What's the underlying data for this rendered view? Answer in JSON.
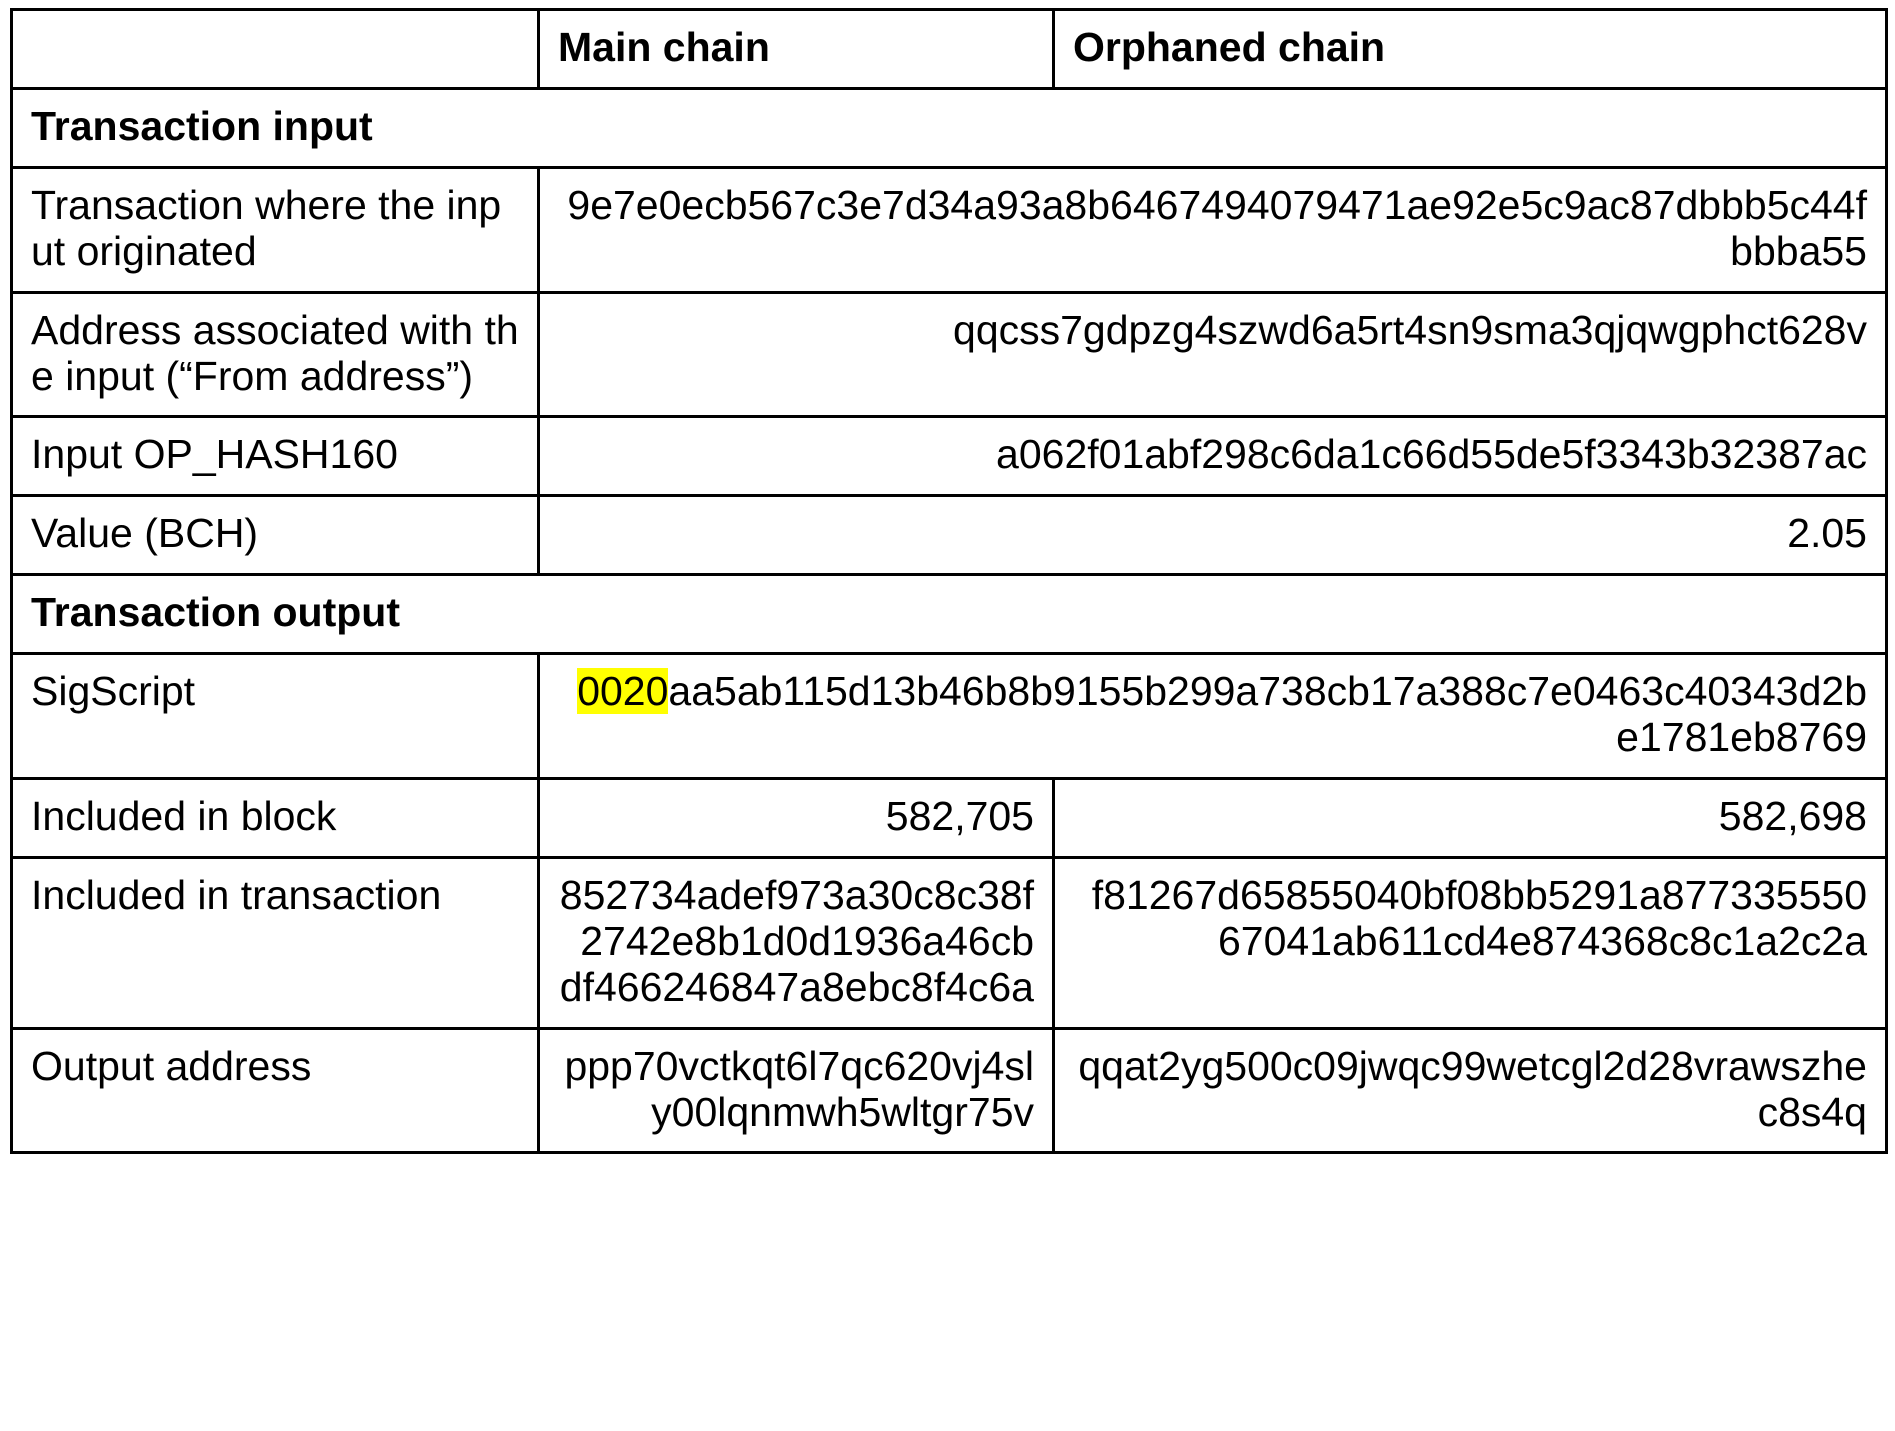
{
  "table": {
    "columns": {
      "label_header": "",
      "main_chain": "Main chain",
      "orphaned_chain": "Orphaned chain"
    },
    "sections": [
      {
        "title": "Transaction input"
      },
      {
        "title": "Transaction output"
      }
    ],
    "rows": {
      "tx_origin": {
        "label": "Transaction where the input originated",
        "value": "9e7e0ecb567c3e7d34a93a8b6467494079471ae92e5c9ac87dbbb5c44fbbba55"
      },
      "input_address": {
        "label": "Address associated with the input (“From address”)",
        "value": "qqcss7gdpzg4szwd6a5rt4sn9sma3qjqwgphct628v"
      },
      "input_hash160": {
        "label": "Input OP_HASH160",
        "value": "a062f01abf298c6da1c66d55de5f3343b32387ac"
      },
      "value_bch": {
        "label": "Value (BCH)",
        "value": "2.05"
      },
      "sigscript": {
        "label": "SigScript",
        "highlight": "0020",
        "value": "aa5ab115d13b46b8b9155b299a738cb17a388c7e0463c40343d2be1781eb8769"
      },
      "included_in_block": {
        "label": "Included in block",
        "main": "582,705",
        "orphaned": "582,698"
      },
      "included_in_transaction": {
        "label": "Included in transaction",
        "main": "852734adef973a30c8c38f2742e8b1d0d1936a46cbdf466246847a8ebc8f4c6a",
        "orphaned": "f81267d65855040bf08bb5291a87733555067041ab611cd4e874368c8c1a2c2a"
      },
      "output_address": {
        "label": "Output address",
        "main": "ppp70vctkqt6l7qc620vj4sly00lqnmwh5wltgr75v",
        "orphaned": "qqat2yg500c09jwqc99wetcgl2d28vrawszhec8s4q"
      }
    }
  },
  "colors": {
    "highlight": "#ffff00",
    "border": "#000000",
    "text": "#000000",
    "background": "#ffffff"
  }
}
